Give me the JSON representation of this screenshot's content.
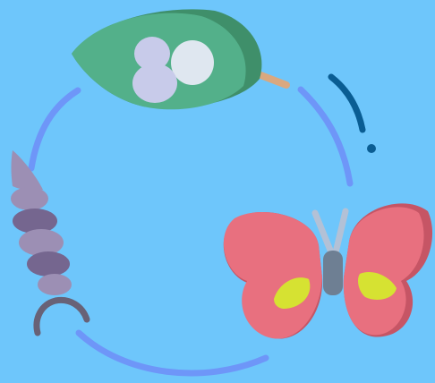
{
  "diagram": {
    "kind": "butterfly-life-cycle",
    "stages": [
      {
        "id": "eggs",
        "icon": "leaf-with-eggs-icon"
      },
      {
        "id": "butterfly",
        "icon": "butterfly-icon"
      },
      {
        "id": "pupa",
        "icon": "chrysalis-icon"
      }
    ]
  },
  "colors": {
    "background": "#6ec6fb",
    "cycle_arrow": "#6e96f8",
    "leaf_light": "#53b08a",
    "leaf_dark": "#3f8f6a",
    "leaf_stem": "#d9a87f",
    "egg_light": "#dfe7f0",
    "egg_dark": "#c8cbea",
    "motion_lines": "#0a5d93",
    "wing_main": "#e8707f",
    "wing_shadow": "#c65565",
    "wing_spot": "#d6e232",
    "butterfly_body": "#6e7f93",
    "antenna": "#b3c1d6",
    "chrysalis_light": "#9c8fb4",
    "chrysalis_dark": "#75668f",
    "chrysalis_stem": "#686277"
  }
}
